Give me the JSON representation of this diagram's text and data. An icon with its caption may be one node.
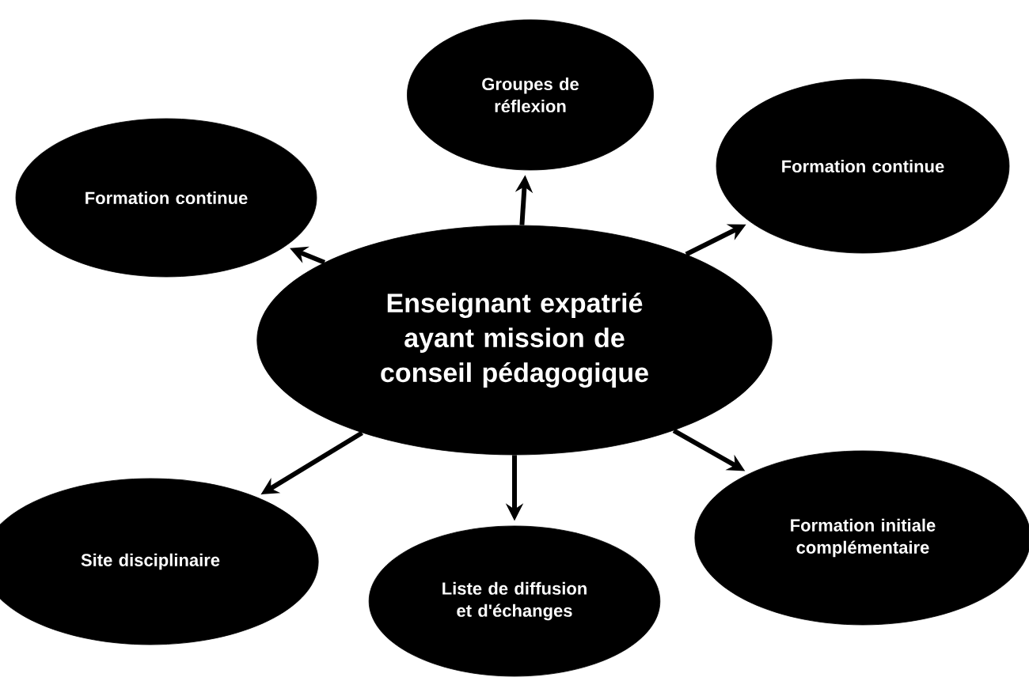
{
  "diagram": {
    "nodes": [
      {
        "text": [
          "Groupes de réflexion"
        ]
      },
      {
        "text": [
          "Formation continue"
        ]
      },
      {
        "text": [
          "Formation continue"
        ]
      },
      {
        "text": [
          "Enseignant expatrié ayant mission de conseil pédagogique"
        ]
      },
      {
        "text": [
          "Site disciplinaire"
        ]
      },
      {
        "text": [
          "Liste de diffusion et d'échanges"
        ]
      },
      {
        "text": [
          "Formation initiale complémentaire"
        ]
      }
    ],
    "edges": [
      {
        "from": 3,
        "to": 0,
        "arrow": "to"
      },
      {
        "from": 3,
        "to": 1,
        "arrow": "to"
      },
      {
        "from": 3,
        "to": 2,
        "arrow": "to"
      },
      {
        "from": 3,
        "to": 4,
        "arrow": "to"
      },
      {
        "from": 3,
        "to": 5,
        "arrow": "to"
      },
      {
        "from": 3,
        "to": 6,
        "arrow": "to"
      }
    ]
  }
}
